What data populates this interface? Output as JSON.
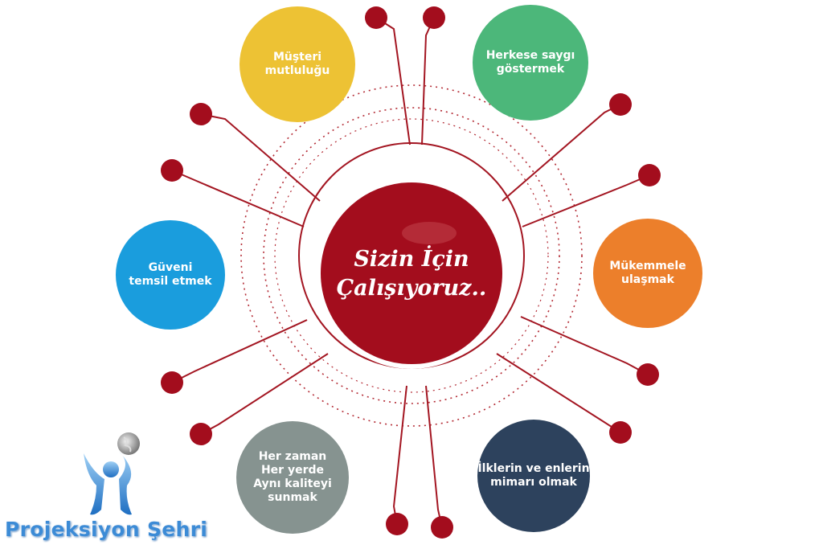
{
  "colors": {
    "center": "#a30d1d",
    "accent": "#a31521",
    "yellow": "#edc234",
    "green": "#4cb77a",
    "blue": "#1a9ddd",
    "orange": "#ec7f2b",
    "gray": "#869390",
    "navy": "#2d425d"
  },
  "center": {
    "text": "Sizin İçin\nÇalışıyoruz.."
  },
  "values": [
    {
      "id": "musteri",
      "text": "Müşteri\nmutluluğu",
      "color": "yellow"
    },
    {
      "id": "saygi",
      "text": "Herkese saygı\ngöstermek",
      "color": "green"
    },
    {
      "id": "guven",
      "text": "Güveni\ntemsil etmek",
      "color": "blue"
    },
    {
      "id": "mukemmel",
      "text": "Mükemmele\nulaşmak",
      "color": "orange"
    },
    {
      "id": "herzaman",
      "text": "Her zaman\nHer yerde\nAynı kaliteyi\nsunmak",
      "color": "gray"
    },
    {
      "id": "ilkler",
      "text": "İlklerin ve enlerin\nmimarı olmak",
      "color": "navy"
    }
  ],
  "logo": {
    "text": "Projeksiyon Şehri",
    "icon": "person-globe-icon"
  }
}
